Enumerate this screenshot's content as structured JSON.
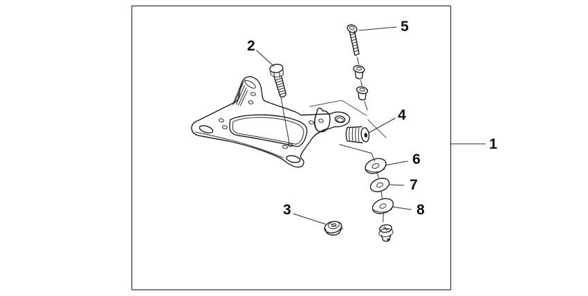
{
  "diagram": {
    "colors": {
      "line": "#1c1c1c",
      "background": "#ffffff",
      "border": "#3c3c3c",
      "label": "#0d0d0d"
    },
    "parts": [
      {
        "number": "1"
      },
      {
        "number": "2"
      },
      {
        "number": "3"
      },
      {
        "number": "4"
      },
      {
        "number": "5"
      },
      {
        "number": "6"
      },
      {
        "number": "7"
      },
      {
        "number": "8"
      }
    ]
  }
}
